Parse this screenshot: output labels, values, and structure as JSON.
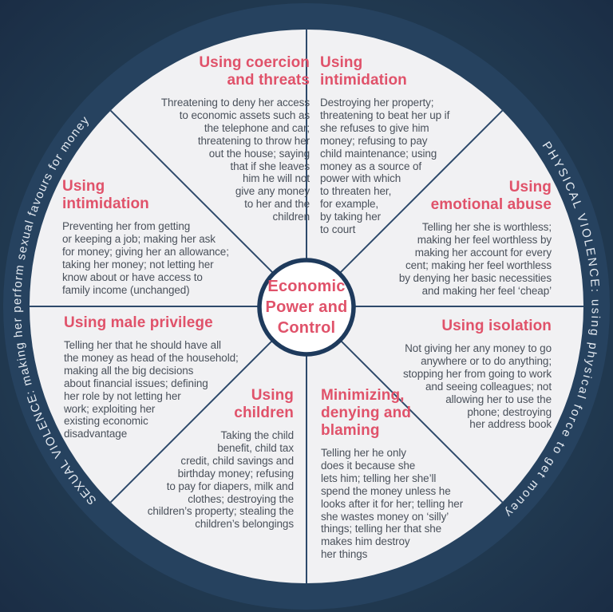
{
  "title": "Economic Power and Control wheel",
  "center": {
    "label": "Economic\nPower and\nControl"
  },
  "ring": {
    "left_label": "SEXUAL VIOLENCE: making her perform sexual favours for money",
    "right_label": "PHYSICAL VIOLENCE: using physical force to get money"
  },
  "segments": [
    {
      "id": "coercion-threats",
      "heading": "Using coercion\nand threats",
      "body": "Threatening to deny her access\nto economic assets such as\nthe telephone and car;\nthreatening to throw her\nout the house; saying\nthat if she leaves\nhim he will not\ngive any money\nto her and the\nchildren"
    },
    {
      "id": "intimidation-right",
      "heading": "Using\nintimidation",
      "body": "Destroying her property;\nthreatening to beat her up if\nshe refuses to give him\nmoney; refusing to pay\nchild maintenance; using\nmoney as a source of\npower with which\nto threaten her,\nfor example,\nby taking her\nto court"
    },
    {
      "id": "emotional-abuse",
      "heading": "Using\nemotional abuse",
      "body": "Telling her she is worthless;\nmaking her feel worthless by\nmaking her account for every\ncent; making her feel worthless\nby denying her basic necessities\nand making her feel ‘cheap’"
    },
    {
      "id": "isolation",
      "heading": "Using isolation",
      "body": "Not giving her any money to go\nanywhere or to do anything;\nstopping her from going to work\nand seeing colleagues; not\nallowing her to use the\nphone; destroying\nher address book"
    },
    {
      "id": "minimizing-denying-blaming",
      "heading": "Minimizing,\ndenying and\nblaming",
      "body": "Telling her he only\ndoes it because she\nlets him; telling her she’ll\nspend the money unless he\nlooks after it for her; telling her\nshe wastes money on ‘silly’\nthings; telling her that she\nmakes him destroy\nher things"
    },
    {
      "id": "children",
      "heading": "Using\nchildren",
      "body": "Taking the child\nbenefit, child tax\ncredit, child savings and\nbirthday money; refusing\nto pay for diapers, milk and\nclothes; destroying the\nchildren’s property; stealing the\nchildren’s belongings"
    },
    {
      "id": "male-privilege",
      "heading": "Using male privilege",
      "body": "Telling her that he should have all\nthe money as head of the household;\nmaking all the big decisions\nabout financial issues; defining\nher role by not letting her\nwork; exploiting her\nexisting economic\ndisadvantage"
    },
    {
      "id": "intimidation-left",
      "heading": "Using\nintimidation",
      "body": "Preventing her from getting\nor keeping a job; making her ask\nfor money; giving her an allowance;\ntaking her money; not letting her\nknow about or have access to\nfamily income (unchanged)"
    }
  ],
  "colors": {
    "background_navy": "#1C3048",
    "ring_navy": "#26425F",
    "wheel_fill": "#F1F1F3",
    "divider_navy": "#2E4A6B",
    "center_border_navy": "#1E3A5C",
    "center_fill": "#FFFFFF",
    "accent_red": "#E0526A",
    "body_text": "#4A515B",
    "ring_text": "#E3E9F0"
  }
}
